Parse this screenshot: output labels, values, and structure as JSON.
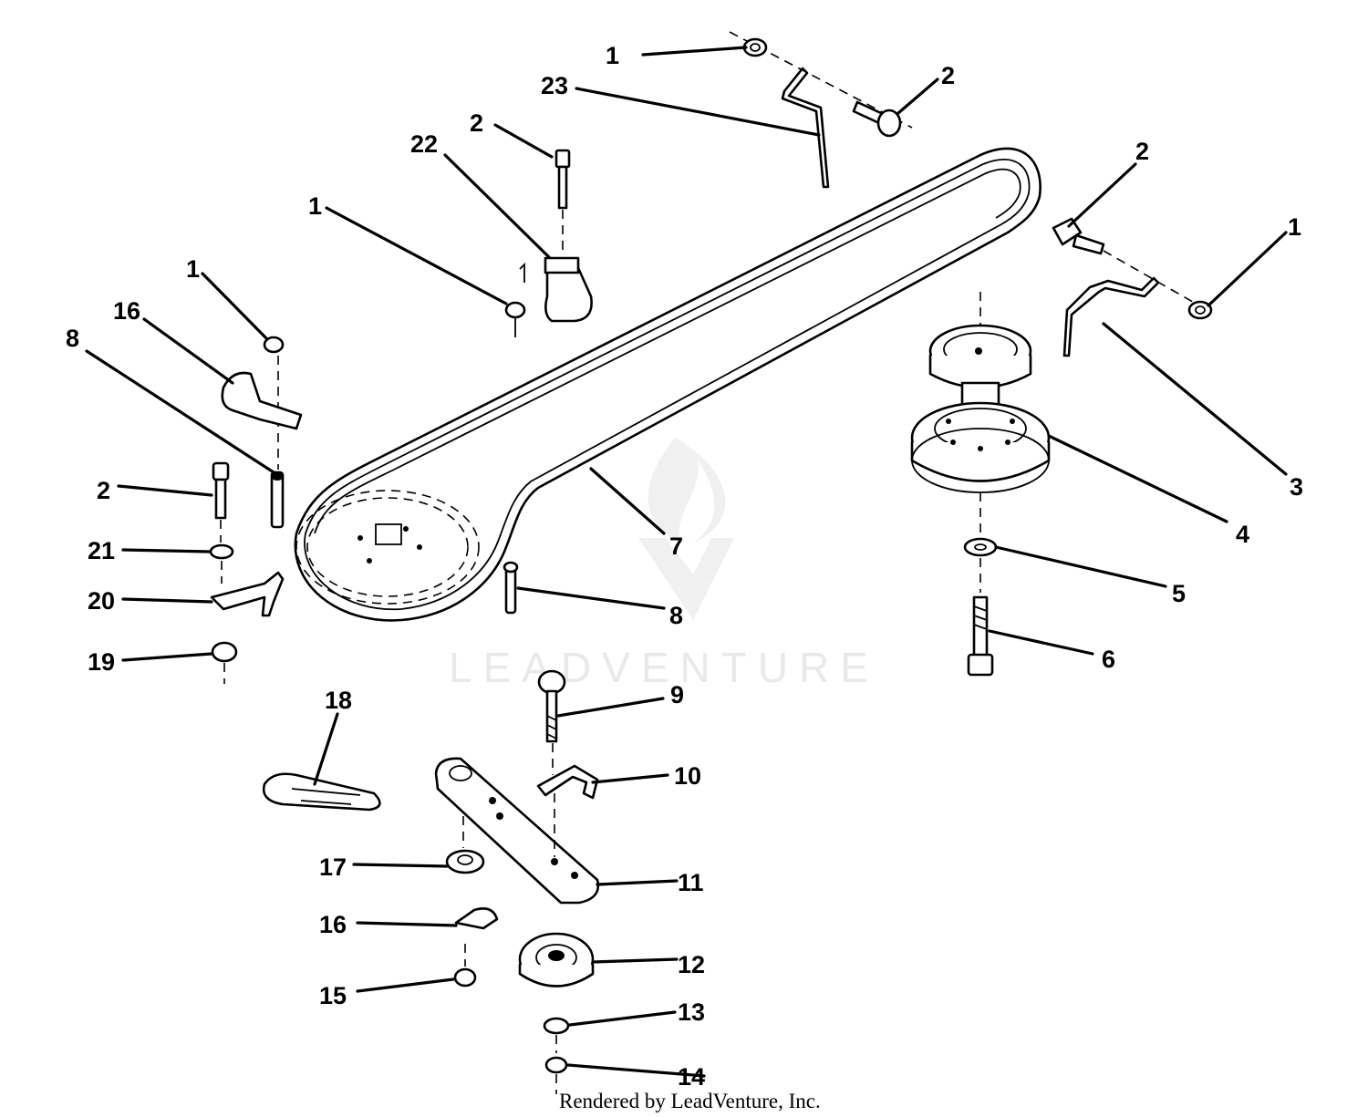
{
  "diagram": {
    "watermark": "LEADVENTURE",
    "credit": "Rendered by LeadVenture, Inc.",
    "callouts": [
      {
        "label": "1"
      },
      {
        "label": "23"
      },
      {
        "label": "2"
      },
      {
        "label": "2"
      },
      {
        "label": "22"
      },
      {
        "label": "1"
      },
      {
        "label": "2"
      },
      {
        "label": "1"
      },
      {
        "label": "1"
      },
      {
        "label": "16"
      },
      {
        "label": "8"
      },
      {
        "label": "3"
      },
      {
        "label": "4"
      },
      {
        "label": "2"
      },
      {
        "label": "21"
      },
      {
        "label": "7"
      },
      {
        "label": "20"
      },
      {
        "label": "8"
      },
      {
        "label": "5"
      },
      {
        "label": "19"
      },
      {
        "label": "6"
      },
      {
        "label": "18"
      },
      {
        "label": "9"
      },
      {
        "label": "10"
      },
      {
        "label": "17"
      },
      {
        "label": "11"
      },
      {
        "label": "16"
      },
      {
        "label": "12"
      },
      {
        "label": "15"
      },
      {
        "label": "13"
      },
      {
        "label": "14"
      }
    ]
  }
}
